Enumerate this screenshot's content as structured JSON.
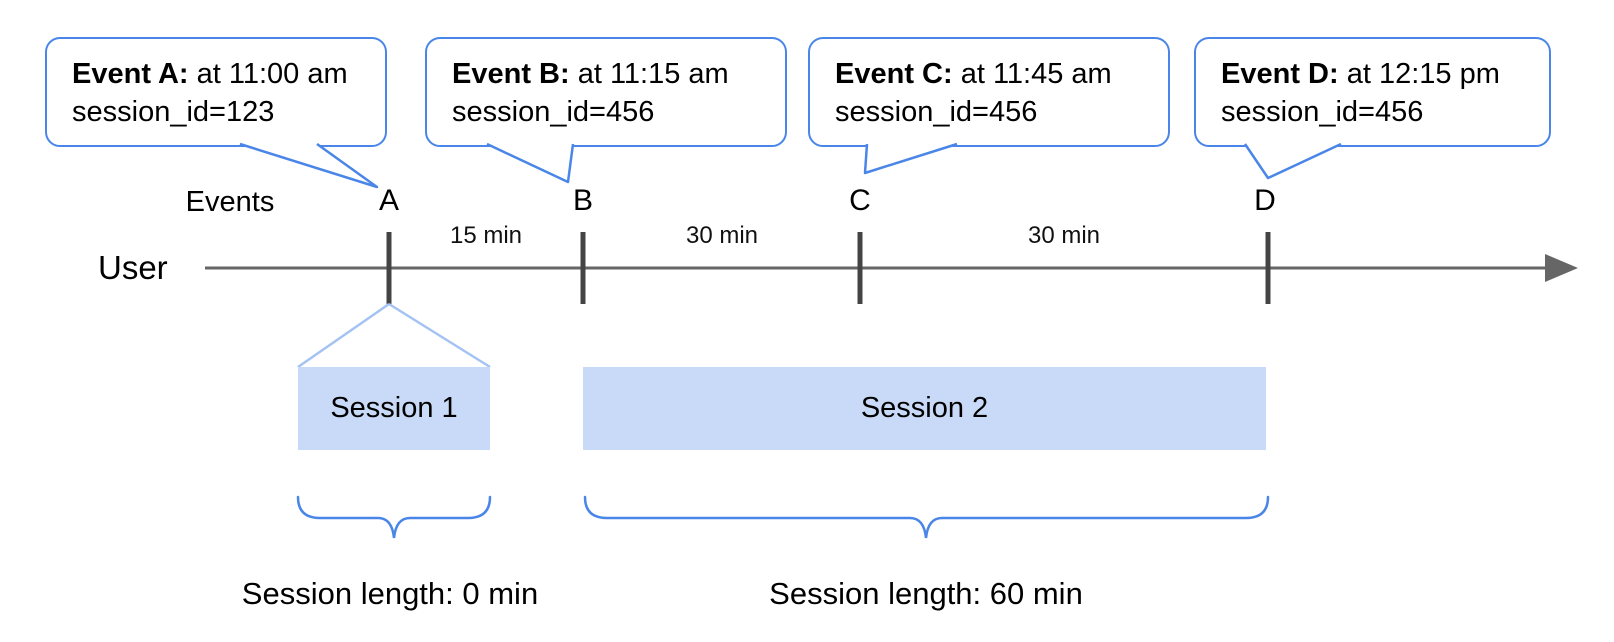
{
  "diagram": {
    "title_hint": "Event session timeline",
    "events_axis_label": "Events",
    "user_label": "User",
    "events": [
      {
        "letter": "A",
        "callout_bold": "Event A:",
        "callout_time": " at 11:00 am",
        "callout_session": "session_id=123"
      },
      {
        "letter": "B",
        "callout_bold": "Event B:",
        "callout_time": " at 11:15 am",
        "callout_session": "session_id=456"
      },
      {
        "letter": "C",
        "callout_bold": "Event C:",
        "callout_time": " at 11:45 am",
        "callout_session": "session_id=456"
      },
      {
        "letter": "D",
        "callout_bold": "Event D:",
        "callout_time": " at 12:15 pm",
        "callout_session": "session_id=456"
      }
    ],
    "intervals": [
      {
        "label": "15 min"
      },
      {
        "label": "30 min"
      },
      {
        "label": "30 min"
      }
    ],
    "sessions": [
      {
        "name": "Session 1",
        "length_label": "Session length: 0 min"
      },
      {
        "name": "Session 2",
        "length_label": "Session length: 60 min"
      }
    ],
    "colors": {
      "bubble_border": "#4a86e8",
      "brace": "#4a86e8",
      "session_fill": "#c9daf8",
      "fan_line": "#a4c2f4",
      "timeline": "#666666",
      "tick": "#444444"
    }
  }
}
